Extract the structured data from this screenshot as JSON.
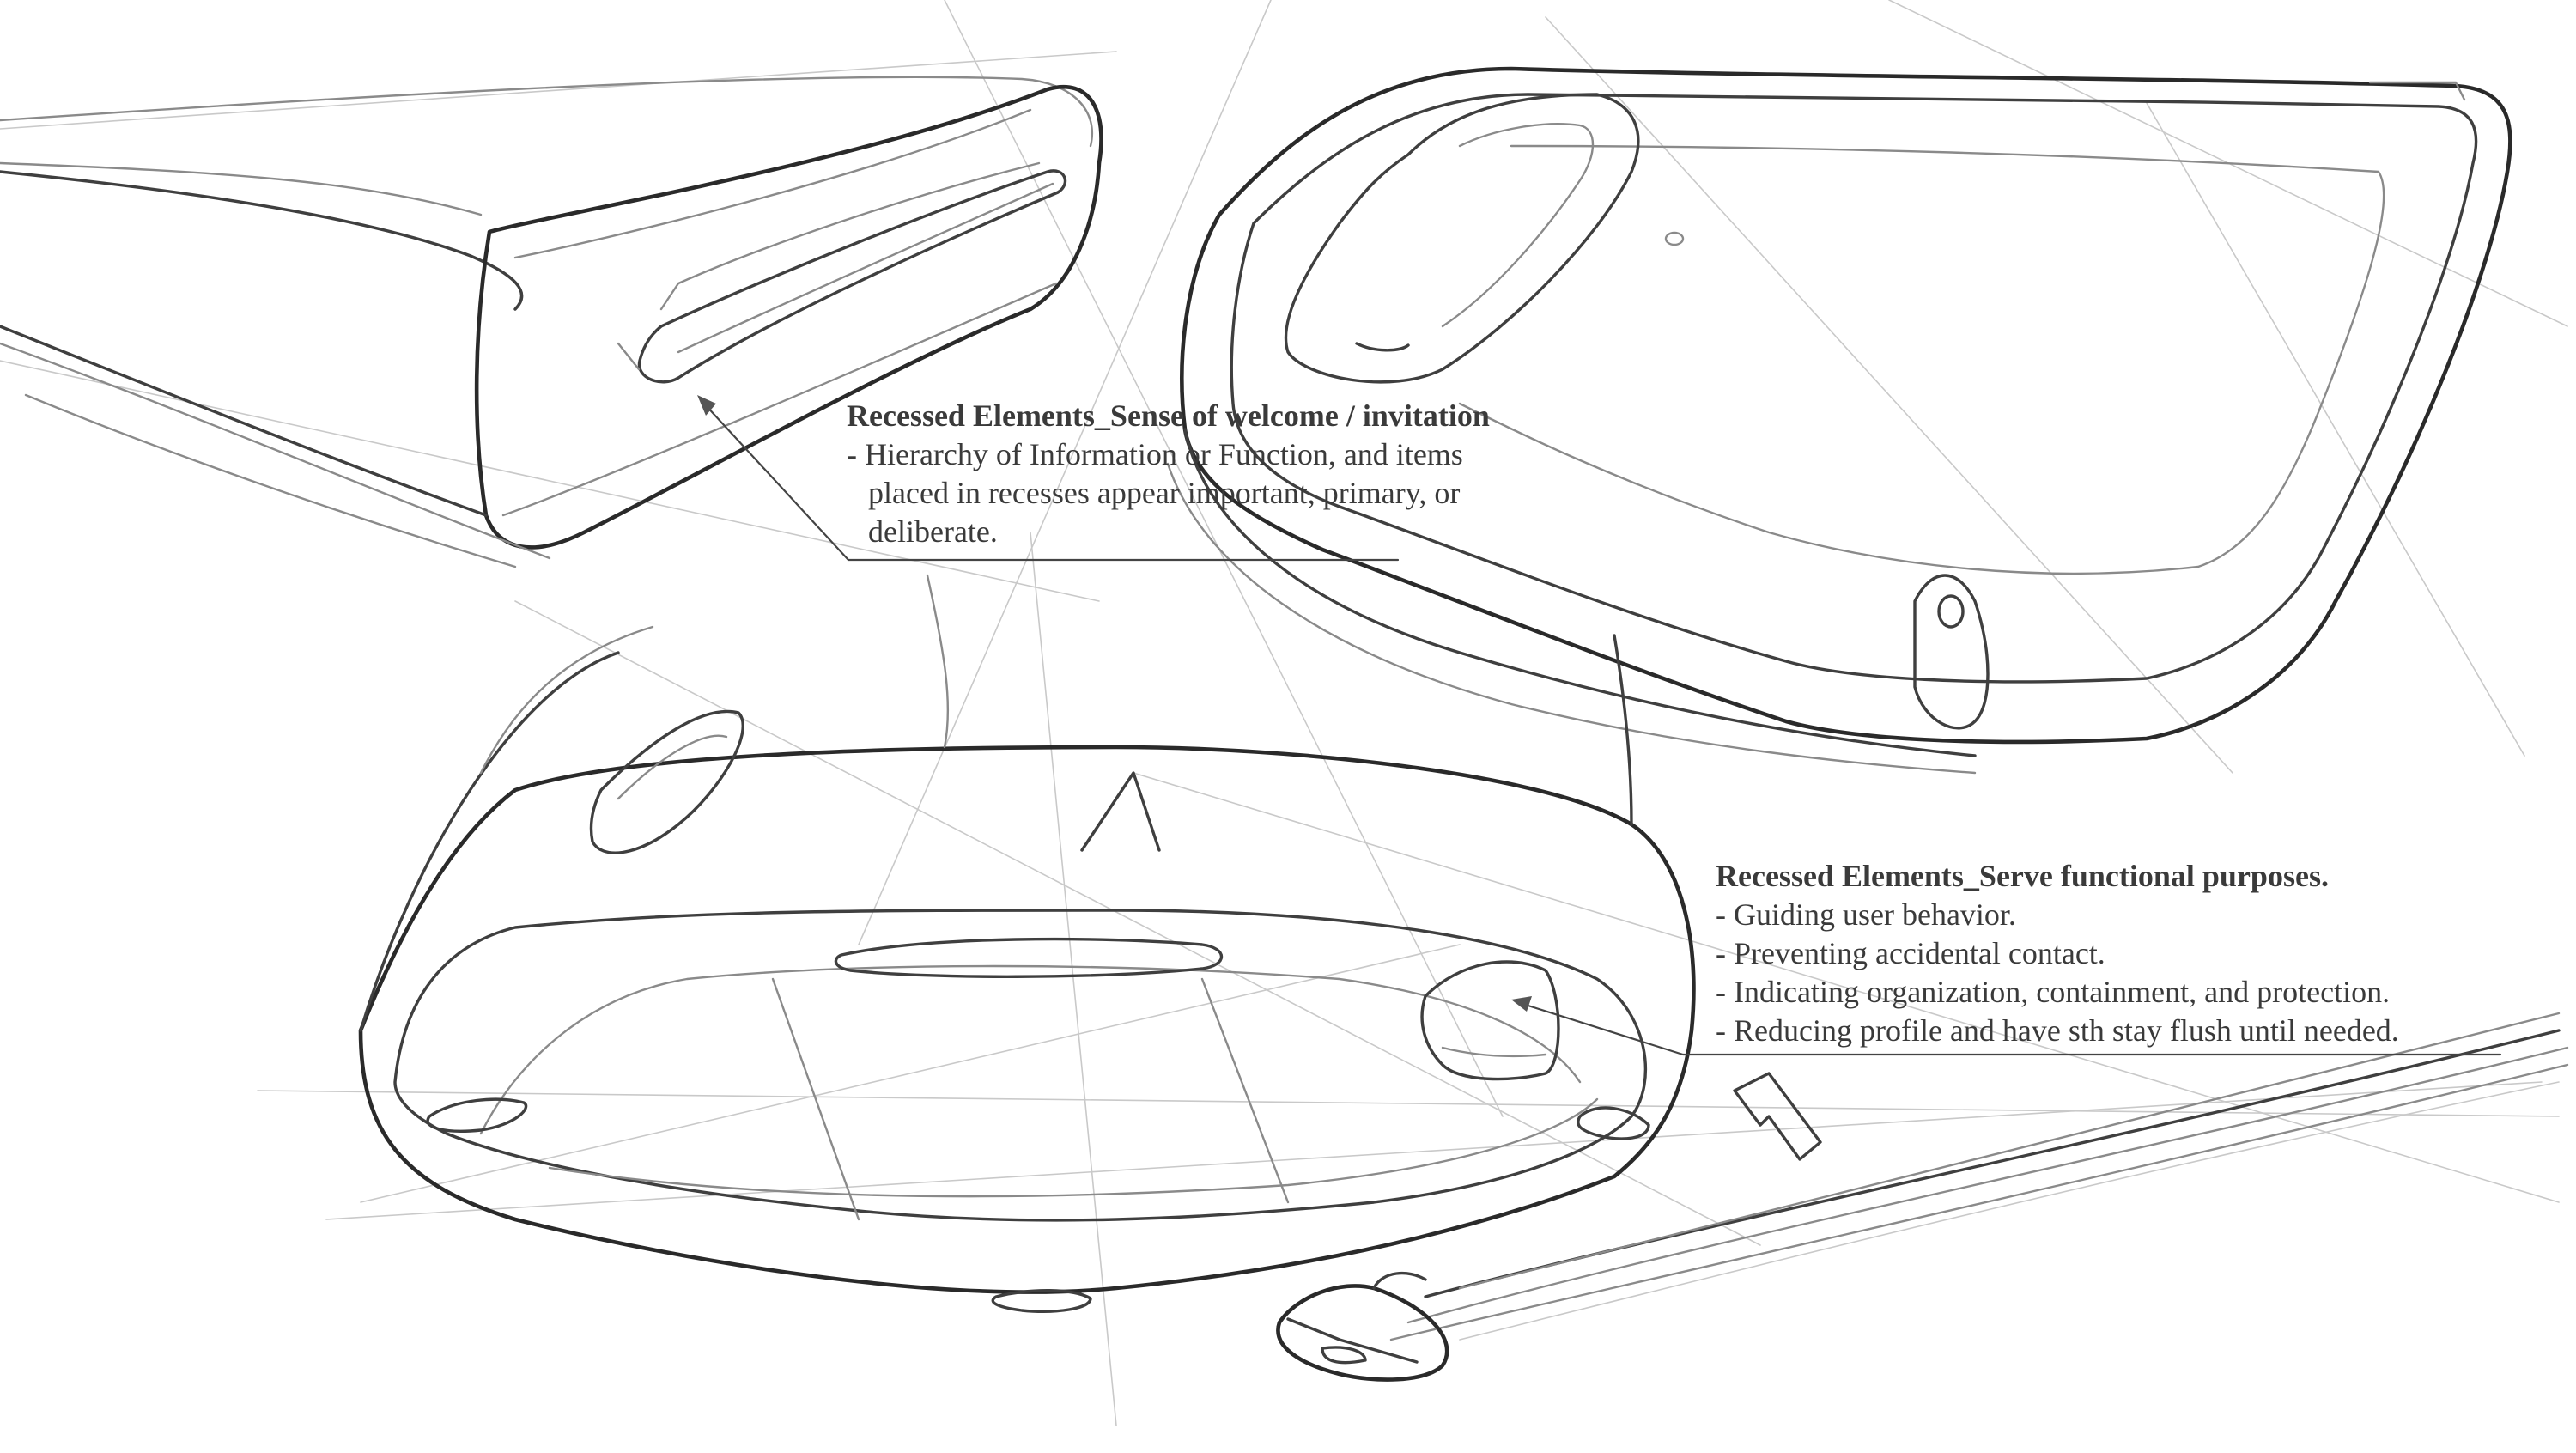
{
  "annotations": {
    "welcome": {
      "title": "Recessed Elements_Sense of welcome / invitation",
      "lines": [
        "- Hierarchy of Information or Function,  and items",
        "placed in recesses appear important, primary, or",
        "deliberate."
      ]
    },
    "functional": {
      "title": "Recessed Elements_Serve functional purposes.",
      "lines": [
        "- Guiding user behavior.",
        "- Preventing accidental contact.",
        "- Indicating organization, containment, and protection.",
        "- Reducing profile and have sth stay flush until needed."
      ]
    }
  },
  "colors": {
    "background": "#ffffff",
    "ink": "#3a3a3a",
    "pencil_light": "#c9c9c9",
    "pencil_dark": "#2a2a2a"
  }
}
